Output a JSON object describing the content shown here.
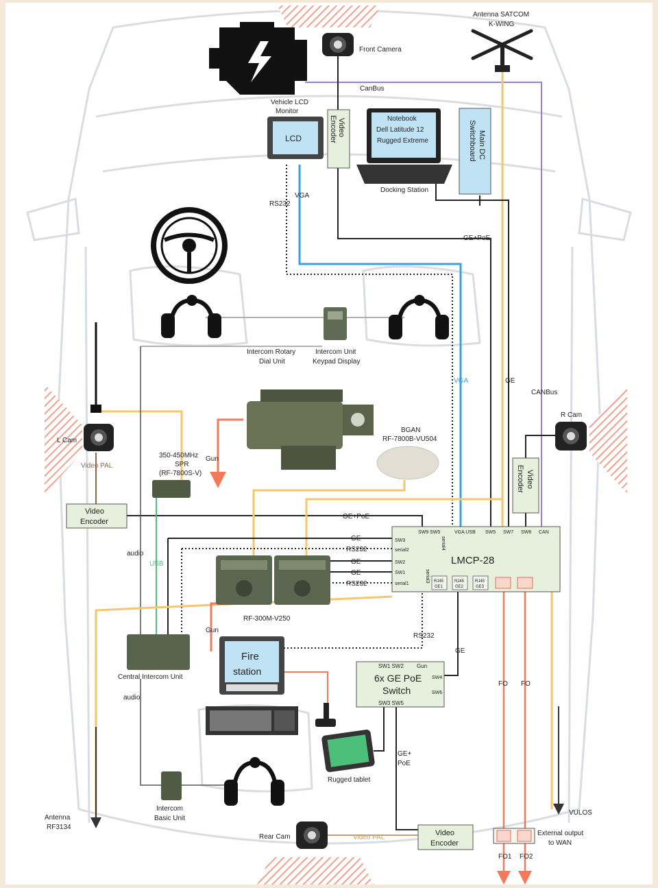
{
  "labels": {
    "antenna_satcom": "Antenna SATCOM",
    "kwing": "K-WING",
    "front_camera": "Front Camera",
    "canbus_top": "CanBus",
    "vehicle_lcd_monitor_1": "Vehicle LCD",
    "vehicle_lcd_monitor_2": "Monitor",
    "lcd": "LCD",
    "video_encoder_top_1": "Video",
    "video_encoder_top_2": "Encoder",
    "notebook_1": "Notebook",
    "notebook_2": "Dell Latitude 12",
    "notebook_3": "Rugged Extreme",
    "docking_station": "Docking Station",
    "main_dc_1": "Main DC",
    "main_dc_2": "Switchboard",
    "vga_top": "VGA",
    "rs232_top": "RS232",
    "ge_poe_top": "GE+PoE",
    "intercom_rotary_1": "Intercom Rotary",
    "intercom_rotary_2": "Dial Unit",
    "intercom_keypad_1": "Intercom Unit",
    "intercom_keypad_2": "Keypad Display",
    "vga_mid": "VGA",
    "ge_mid": "GE",
    "canbus_mid": "CANBus",
    "l_cam": "L Cam",
    "video_pal_left": "Video PAL",
    "r_cam": "R Cam",
    "spr_1": "350-450MHz",
    "spr_2": "SPR",
    "spr_3": "(RF-7800S-V)",
    "gun_top": "Gun",
    "bgan_1": "BGAN",
    "bgan_2": "RF-7800B-VU504",
    "video_encoder_left_1": "Video",
    "video_encoder_left_2": "Encoder",
    "video_encoder_right_1": "Video",
    "video_encoder_right_2": "Encoder",
    "ge_poe_mid": "GE+PoE",
    "audio_left": "audio",
    "usb": "USB",
    "ge_1": "GE",
    "rs232_1": "RS232",
    "ge_2": "GE",
    "ge_3": "GE",
    "rs232_2": "RS232",
    "lmcp": "LMCP-28",
    "lmcp_ports_top": "SW9 SW5",
    "lmcp_vga_usb": "VGA USB",
    "lmcp_sw5": "SW5",
    "lmcp_sw7": "SW7",
    "lmcp_sw8": "SW8",
    "lmcp_can": "CAN",
    "lmcp_serial4": "serial4",
    "lmcp_sw3": "SW3",
    "lmcp_serial2": "serial2",
    "lmcp_sw2": "SW2",
    "lmcp_sw1": "SW1",
    "lmcp_serial1": "serial1",
    "lmcp_serial3": "serial3",
    "rj45_1_a": "RJ45",
    "rj45_1_b": "GE1",
    "rj45_2_a": "RJ45",
    "rj45_2_b": "GE2",
    "rj45_3_a": "RJ45",
    "rj45_3_b": "GE3",
    "radio": "RF-300M-V250",
    "gun_bottom": "Gun",
    "fire_1": "Fire",
    "fire_2": "station",
    "central_intercom": "Central Intercom Unit",
    "audio_bottom": "audio",
    "rs232_bottom": "RS232",
    "ge_bottom": "GE",
    "switch_ports_top": "SW1 SW2",
    "switch_gun": "Gun",
    "switch_sw4": "SW4",
    "switch_sw6": "SW6",
    "switch_1": "6x GE PoE",
    "switch_2": "Switch",
    "switch_ports_bottom": "SW3 SW5",
    "fo_1": "FO",
    "fo_2": "FO",
    "rugged_tablet": "Rugged tablet",
    "ge_poe_bottom_1": "GE+",
    "ge_poe_bottom_2": "PoE",
    "intercom_basic_1": "Intercom",
    "intercom_basic_2": "Basic Unit",
    "antenna_rf_1": "Antenna",
    "antenna_rf_2": "RF3134",
    "vulos": "VULOS",
    "rear_cam": "Rear Cam",
    "video_pal_bottom": "Video PAL",
    "video_encoder_bottom_1": "Video",
    "video_encoder_bottom_2": "Encoder",
    "external_1": "External output",
    "external_2": "to WAN",
    "fo1": "FO1",
    "fo2": "FO2"
  },
  "colors": {
    "black_line": "#222222",
    "vga_line": "#3aa0e6",
    "fo_line": "#f07a5a",
    "video_line": "#f6c66a",
    "canbus_line": "#9a7fd6",
    "usb_line": "#4cc07a",
    "box_fill": "#e7f0dc",
    "hatch": "#f0a08c",
    "vehicle_outline": "#d9dde2"
  }
}
